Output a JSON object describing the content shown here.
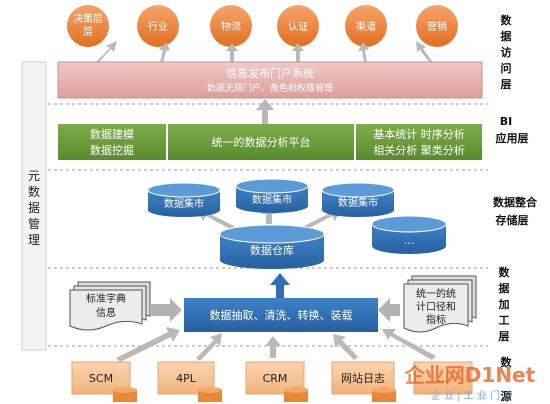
{
  "access_circles": [
    "决策层",
    "行业",
    "物流",
    "认证",
    "渠道",
    "营销"
  ],
  "portal": {
    "title": "信息发布门户系统",
    "subtitle": "数据无限门户、角色和权限管理"
  },
  "bi": {
    "left": [
      "数据建模",
      "数据挖掘"
    ],
    "middle": "统一的数据分析平台",
    "right": [
      "基本统计  时序分析",
      "相关分析  聚类分析"
    ]
  },
  "storage": {
    "marts": [
      "数据集市",
      "数据集市",
      "数据集市"
    ],
    "warehouse": "数据仓库",
    "other": "..."
  },
  "processing": {
    "etl": "数据抽取、清洗、转换、装载",
    "left_doc": [
      "标准字典",
      "信息"
    ],
    "right_doc": [
      "统一的统",
      "计口径和",
      "指标"
    ]
  },
  "sources": [
    "SCM",
    "4PL",
    "CRM",
    "网站日志",
    "..."
  ],
  "layers": {
    "access": [
      "数",
      "据",
      "访",
      "问",
      "层"
    ],
    "bi": [
      "BI",
      "应用层"
    ],
    "storage": [
      "数据整合",
      "存储层"
    ],
    "processing": [
      "数",
      "据",
      "加",
      "工",
      "层"
    ],
    "source": [
      "数",
      "源"
    ]
  },
  "meta_label": [
    "元",
    "数",
    "据",
    "管",
    "理"
  ],
  "watermark": {
    "brand": "企业网D1Net",
    "sub": "企 业 | 工 业 门 户"
  },
  "colors": {
    "orange": "#f08a3c",
    "pink": "#e8b4b2",
    "green": "#6b9a3e",
    "blue": "#2f6fb4",
    "source": "#f7c59a",
    "dash": "#9a9a9a"
  }
}
